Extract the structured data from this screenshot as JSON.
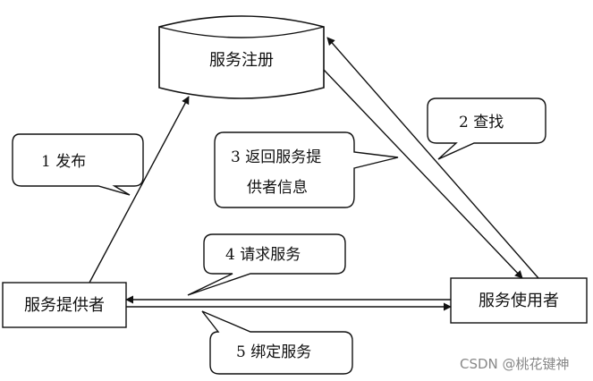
{
  "nodes": {
    "registry": "服务注册",
    "provider": "服务提供者",
    "consumer": "服务使用者"
  },
  "callouts": {
    "publish": "1 发布",
    "find": "2 查找",
    "return_info_line1": "3 返回服务提",
    "return_info_line2": "供者信息",
    "request": "4 请求服务",
    "bind": "5 绑定服务"
  },
  "watermark": "CSDN @桃花键神",
  "colors": {
    "line": "#111111",
    "background": "#ffffff",
    "watermark": "#888888"
  }
}
